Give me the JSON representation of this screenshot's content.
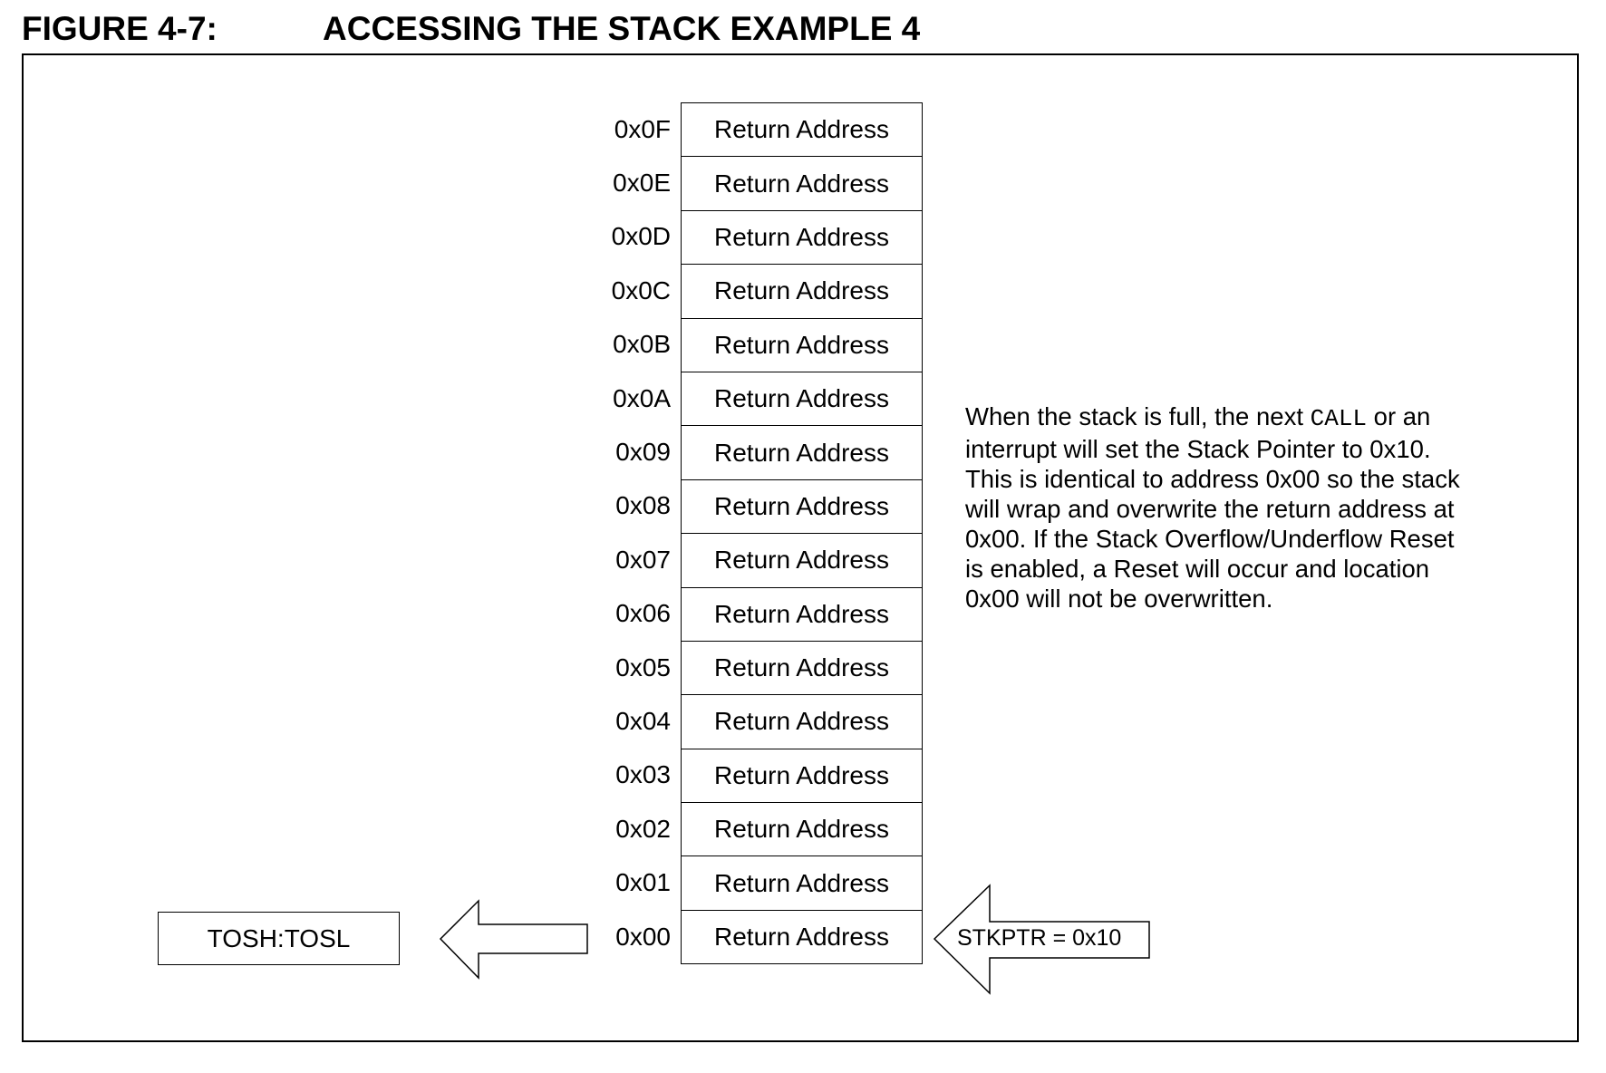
{
  "figure": {
    "number": "FIGURE 4-7:",
    "title": "ACCESSING THE STACK EXAMPLE 4"
  },
  "stack": {
    "rows": [
      {
        "address": "0x0F",
        "content": "Return Address"
      },
      {
        "address": "0x0E",
        "content": "Return Address"
      },
      {
        "address": "0x0D",
        "content": "Return Address"
      },
      {
        "address": "0x0C",
        "content": "Return Address"
      },
      {
        "address": "0x0B",
        "content": "Return Address"
      },
      {
        "address": "0x0A",
        "content": "Return Address"
      },
      {
        "address": "0x09",
        "content": "Return Address"
      },
      {
        "address": "0x08",
        "content": "Return Address"
      },
      {
        "address": "0x07",
        "content": "Return Address"
      },
      {
        "address": "0x06",
        "content": "Return Address"
      },
      {
        "address": "0x05",
        "content": "Return Address"
      },
      {
        "address": "0x04",
        "content": "Return Address"
      },
      {
        "address": "0x03",
        "content": "Return Address"
      },
      {
        "address": "0x02",
        "content": "Return Address"
      },
      {
        "address": "0x01",
        "content": "Return Address"
      },
      {
        "address": "0x00",
        "content": "Return Address"
      }
    ]
  },
  "tos_register": "TOSH:TOSL",
  "stack_pointer": "STKPTR = 0x10",
  "note": {
    "before_code": "When the stack is full, the next ",
    "code": "CALL",
    "after_code": " or an interrupt will set the Stack Pointer to 0x10.  This is identical to address 0x00 so the stack will wrap and overwrite the return address at 0x00.  If the Stack Overflow/Underflow Reset is enabled, a Reset will occur and location 0x00 will not be overwritten."
  }
}
